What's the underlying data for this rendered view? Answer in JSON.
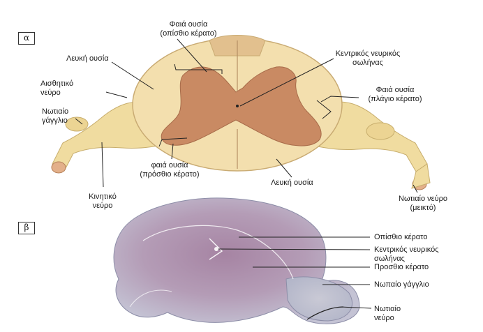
{
  "panel_a": {
    "tag": "α",
    "labels": {
      "gray_posterior_1": "Φαιά ουσία",
      "gray_posterior_2": "(οπίσθιο κέρατο)",
      "white_matter_top": "Λευκή ουσία",
      "central_canal_1": "Κεντρικός νευρικός",
      "central_canal_2": "σωλήνας",
      "sensory_nerve_1": "Αισθητικό",
      "sensory_nerve_2": "νεύρο",
      "gray_lateral_1": "Φαιά ουσία",
      "gray_lateral_2": "(πλάγιο κέρατο)",
      "spinal_ganglion_1": "Νωτιαίο",
      "spinal_ganglion_2": "γάγγλιο",
      "gray_anterior_1": "φαιά ουσία",
      "gray_anterior_2": "(πρόσθιο κέρατο)",
      "white_matter_bottom": "Λευκή ουσία",
      "motor_nerve_1": "Κινητικό",
      "motor_nerve_2": "νεύρο",
      "spinal_nerve_1": "Νωτιαίο νεύρο",
      "spinal_nerve_2": "(μεικτό)"
    }
  },
  "panel_b": {
    "tag": "β",
    "labels": {
      "posterior_horn": "Οπίσθιο κέρατο",
      "central_canal_1": "Κεντρικός νευρικός",
      "central_canal_2": "σωλήνας",
      "anterior_horn": "Προσθιο κέρατο",
      "spinal_ganglion": "Νωπαίο γάγγλιο",
      "spinal_nerve_1": "Νωτιαίο",
      "spinal_nerve_2": "νεύρο"
    }
  },
  "colors": {
    "white_matter": "#f3dfae",
    "gray_matter": "#c98a63",
    "nerve": "#f0dca0",
    "nerve_edge": "#c7ad6c",
    "histo_tissue": "#bcbdd2",
    "histo_center": "#a98aa6",
    "leader_line": "#222222"
  }
}
